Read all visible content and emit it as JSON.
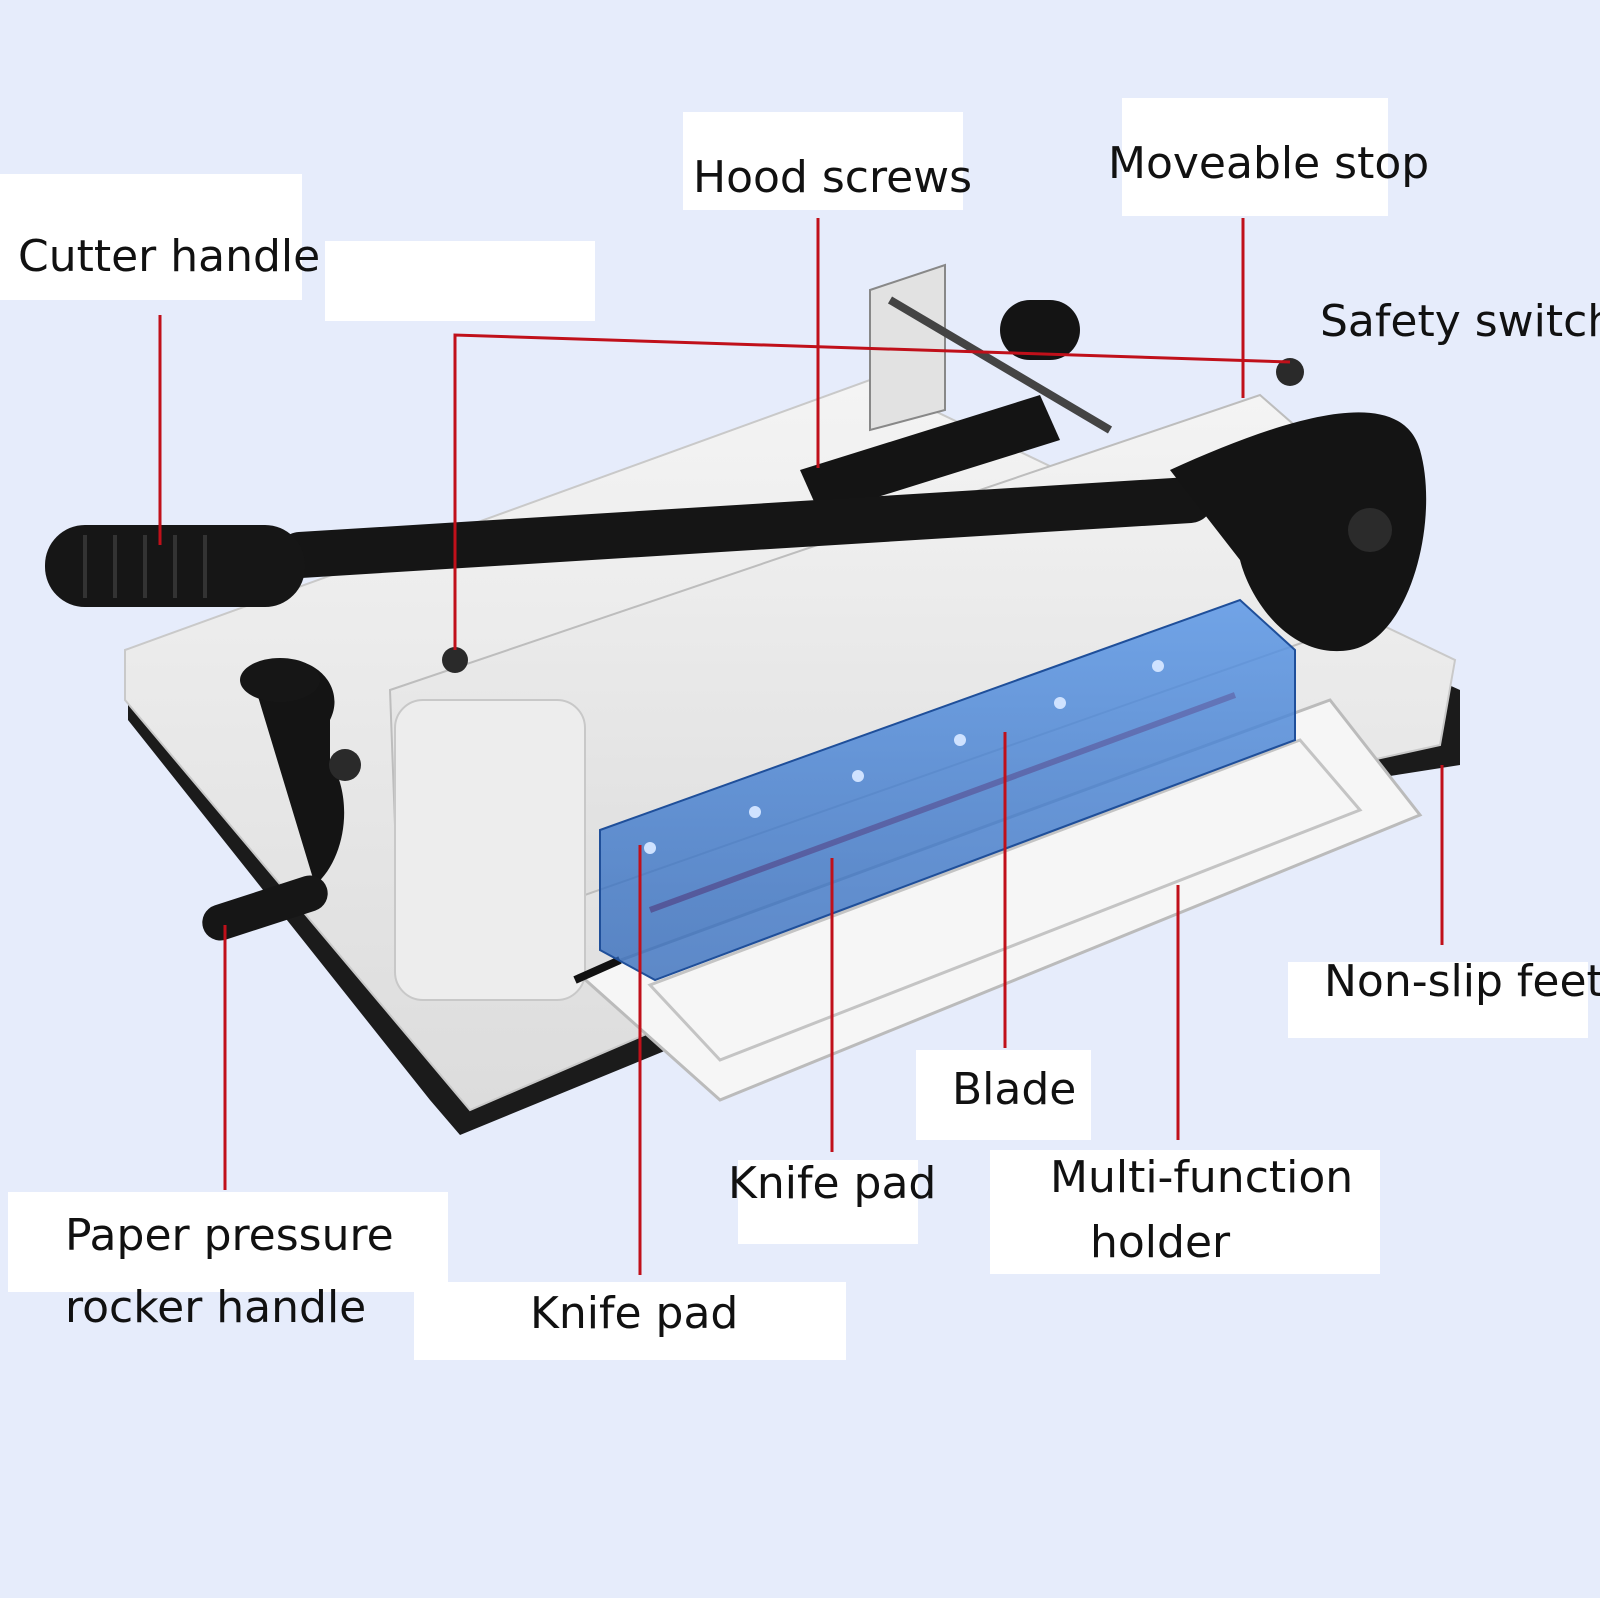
{
  "labels": {
    "cutter_handle": "Cutter handle",
    "hood_screws": "Hood screws",
    "moveable_stop": "Moveable stop",
    "safety_switch": "Safety switch",
    "non_slip_feet": "Non-slip feet",
    "blade": "Blade",
    "knife_pad_upper": "Knife pad",
    "knife_pad_lower": "Knife pad",
    "multi_function_line1": "Multi-function",
    "multi_function_line2": "holder",
    "paper_pressure_line1": "Paper pressure",
    "paper_pressure_line2": "rocker handle"
  },
  "colors": {
    "background": "#e6ecfb",
    "leader_line": "#c0101a",
    "cutter_body": "#eceded",
    "cutter_black": "#141414",
    "guard_blue": "#3d7fd6",
    "label_bg": "#ffffff"
  }
}
